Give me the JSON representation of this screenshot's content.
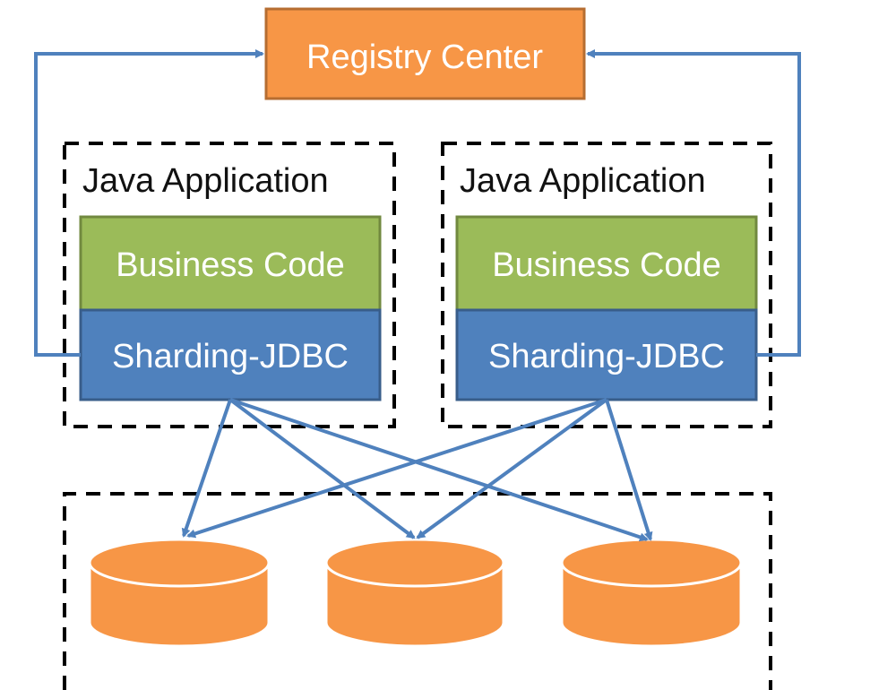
{
  "registry_center": {
    "label": "Registry Center"
  },
  "applications": [
    {
      "title": "Java Application",
      "business_code": "Business Code",
      "sharding_jdbc": "Sharding-JDBC"
    },
    {
      "title": "Java Application",
      "business_code": "Business Code",
      "sharding_jdbc": "Sharding-JDBC"
    }
  ],
  "databases": [
    {
      "icon": "database-icon"
    },
    {
      "icon": "database-icon"
    },
    {
      "icon": "database-icon"
    }
  ],
  "colors": {
    "registry_fill": "#F79646",
    "registry_stroke": "#B66D31",
    "business_fill": "#9BBB59",
    "business_stroke": "#71893F",
    "sharding_fill": "#4F81BD",
    "sharding_stroke": "#385D8A",
    "arrow": "#4F81BD",
    "database_fill": "#F79646",
    "database_stroke": "#FFFFFF",
    "dashed_border": "#000000"
  }
}
